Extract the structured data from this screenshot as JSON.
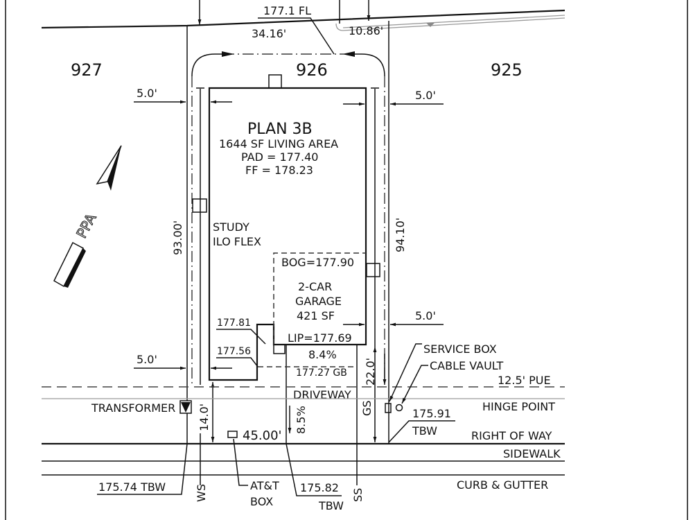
{
  "lots": {
    "left": "927",
    "center": "926",
    "right": "925"
  },
  "top": {
    "fl_label": "177.1 FL",
    "frontage_left": "34.16'",
    "frontage_right": "10.86'"
  },
  "house": {
    "plan": "PLAN 3B",
    "living_area": "1644 SF LIVING AREA",
    "pad": "PAD = 177.40",
    "ff": "FF = 178.23",
    "study_line1": "STUDY",
    "study_line2": "ILO FLEX"
  },
  "garage": {
    "bog": "BOG=177.90",
    "line1": "2-CAR",
    "line2": "GARAGE",
    "area": "421 SF",
    "lip": "LIP=177.69"
  },
  "dims": {
    "setback_left_top": "5.0'",
    "setback_right_top": "5.0'",
    "setback_right_garage": "5.0'",
    "setback_left_bottom": "5.0'",
    "depth_left": "93.00'",
    "depth_right": "94.10'",
    "front_setback": "14.0'",
    "garage_setback": "22.0'",
    "width_45": "45.00'"
  },
  "grades": {
    "g1": "177.81",
    "g2": "177.56",
    "slope_top": "8.4%",
    "gb": "177.27 GB",
    "slope_drive": "8.5%",
    "driveway": "DRIVEWAY"
  },
  "utilities": {
    "transformer": "TRANSFORMER",
    "service_box": "SERVICE BOX",
    "cable_vault": "CABLE VAULT",
    "att_line1": "AT&T",
    "att_line2": "BOX",
    "ws": "WS",
    "gs": "GS",
    "ss": "SS"
  },
  "street": {
    "pue": "12.5' PUE",
    "hinge": "HINGE POINT",
    "row": "RIGHT OF WAY",
    "sidewalk": "SIDEWALK",
    "curb": "CURB & GUTTER"
  },
  "tbw": {
    "left_val": "175.74 TBW",
    "mid_val": "175.82",
    "mid_tbw": "TBW",
    "right_val": "175.91",
    "right_tbw": "TBW"
  },
  "north_arrow": {
    "lettering": "PPA"
  }
}
